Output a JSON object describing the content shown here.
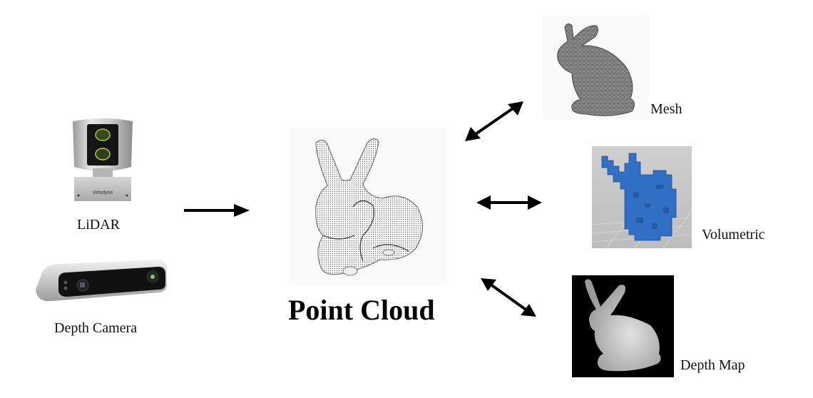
{
  "sensors": {
    "lidar": {
      "label": "LiDAR",
      "brand": "Velodyne",
      "icon": "lidar-sensor-icon"
    },
    "depth_camera": {
      "label": "Depth Camera",
      "icon": "depth-camera-icon"
    }
  },
  "center": {
    "title": "Point Cloud",
    "icon": "bunny-point-cloud-icon"
  },
  "representations": [
    {
      "label": "Mesh",
      "icon": "bunny-mesh-icon",
      "color": "#8a8a8a"
    },
    {
      "label": "Volumetric",
      "icon": "bunny-voxel-icon",
      "color": "#2f6fc4"
    },
    {
      "label": "Depth Map",
      "icon": "bunny-depth-map-icon",
      "color": "#d8d8d8"
    }
  ],
  "arrows": [
    {
      "from": "sensors",
      "to": "point-cloud",
      "type": "one-way"
    },
    {
      "from": "point-cloud",
      "to": "mesh",
      "type": "two-way"
    },
    {
      "from": "point-cloud",
      "to": "volumetric",
      "type": "two-way"
    },
    {
      "from": "point-cloud",
      "to": "depth-map",
      "type": "two-way"
    }
  ]
}
